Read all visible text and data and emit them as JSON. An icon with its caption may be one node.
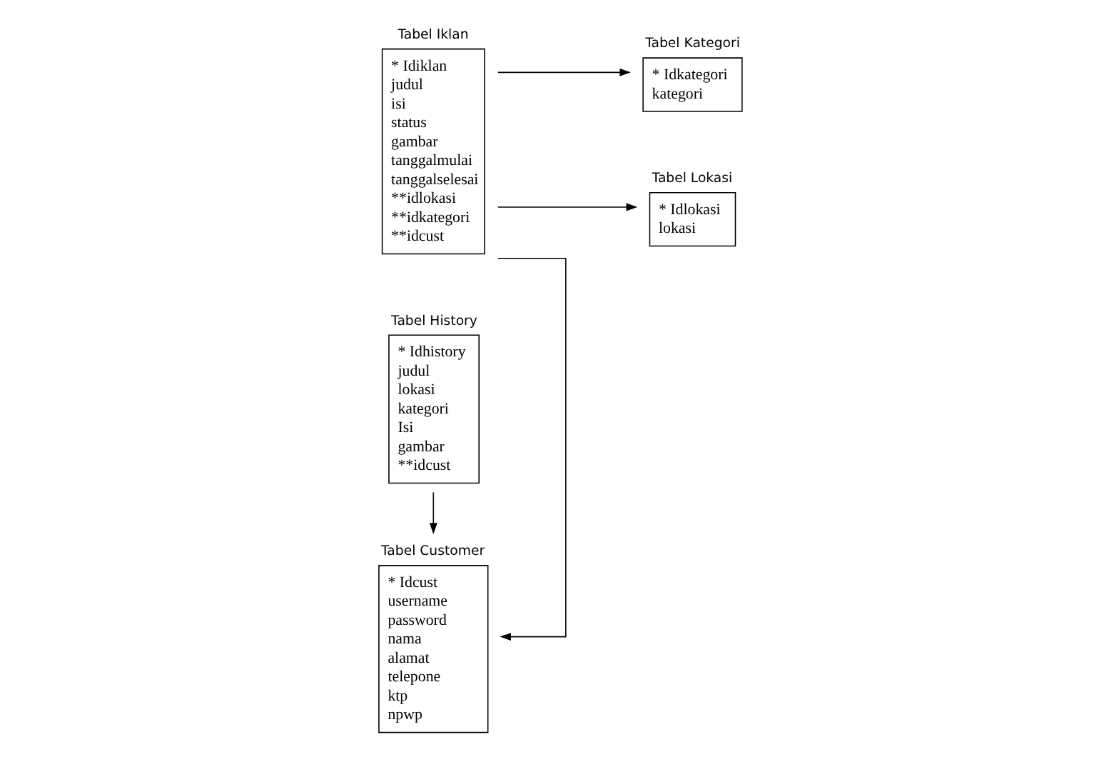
{
  "diagram": {
    "nodes": [
      {
        "text": [
          "Tabel Customer",
          "* Idcust",
          "username",
          "password",
          "nama",
          "alamat",
          "telepone",
          "ktp",
          "npwp"
        ]
      },
      {
        "text": [
          "Tabel Iklan",
          "* Idiklan",
          "judul",
          "isi",
          "status",
          "gambar",
          "tanggalmulai",
          "tanggalselesai",
          "**idlokasi",
          "**idkategori",
          "**idcust"
        ]
      },
      {
        "text": [
          "Tabel Kategori",
          "* Idkategori",
          "kategori"
        ]
      },
      {
        "text": [
          "Tabel Lokasi",
          "* Idlokasi",
          "lokasi"
        ]
      },
      {
        "text": [
          "Tabel History",
          "* Idhistory",
          "judul",
          "lokasi",
          "kategori",
          "Isi",
          "gambar",
          "**idcust"
        ]
      }
    ],
    "edges": [
      {
        "from": 1,
        "to": 0,
        "arrow": "to"
      },
      {
        "from": 4,
        "to": 0,
        "arrow": "to"
      },
      {
        "from": 1,
        "to": 2,
        "arrow": "to"
      },
      {
        "from": 1,
        "to": 3,
        "arrow": "to"
      }
    ]
  }
}
